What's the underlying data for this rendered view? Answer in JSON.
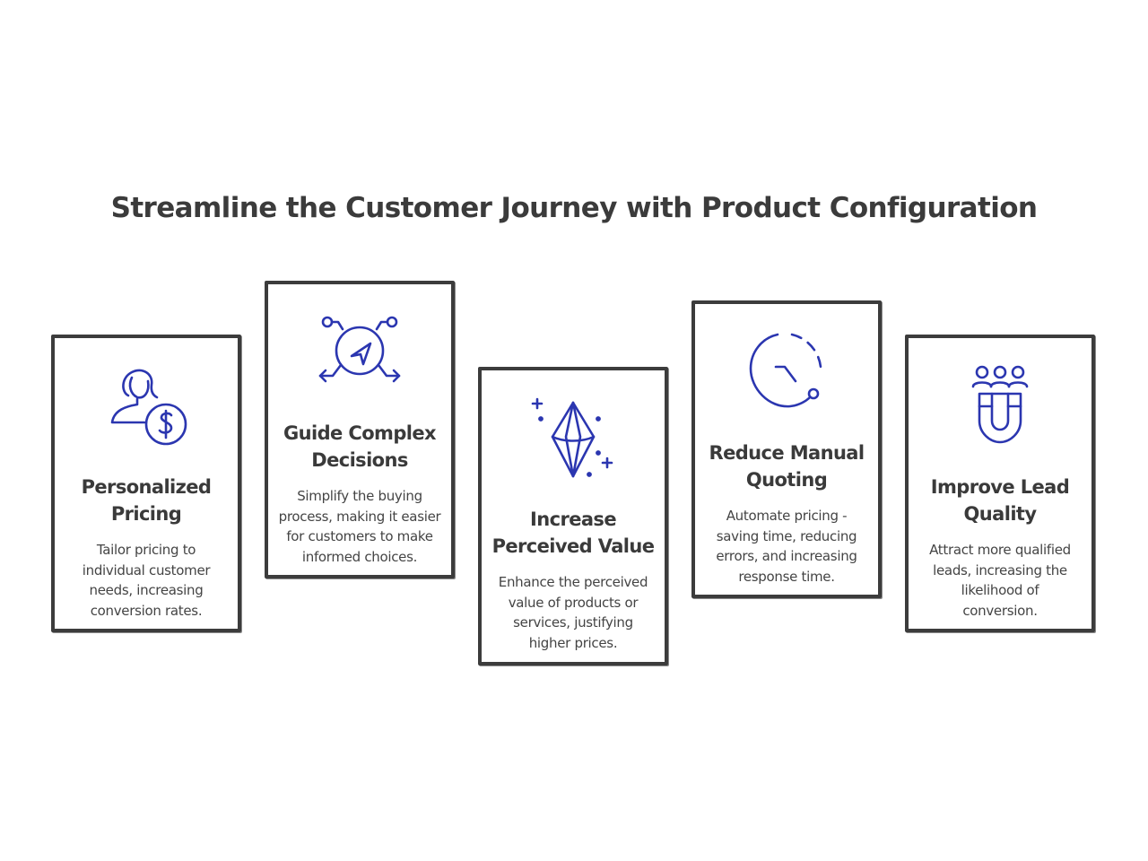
{
  "title": "Streamline the Customer Journey with Product Configuration",
  "colors": {
    "icon": "#2b36b0",
    "border": "#3c3c3c",
    "text": "#3a3a3a"
  },
  "cards": [
    {
      "icon": "person-dollar-icon",
      "heading": [
        "Personalized",
        "Pricing"
      ],
      "description": [
        "Tailor pricing to",
        "individual customer",
        "needs, increasing",
        "conversion rates."
      ]
    },
    {
      "icon": "navigation-compass-icon",
      "heading": [
        "Guide Complex",
        "Decisions"
      ],
      "description": [
        "Simplify the buying",
        "process, making it easier",
        "for customers to make",
        "informed choices."
      ]
    },
    {
      "icon": "diamond-icon",
      "heading": [
        "Increase",
        "Perceived Value"
      ],
      "description": [
        "Enhance the perceived",
        "value of products or",
        "services, justifying",
        "higher prices."
      ]
    },
    {
      "icon": "dashed-clock-icon",
      "heading": [
        "Reduce Manual",
        "Quoting"
      ],
      "description": [
        "Automate pricing -",
        "saving time, reducing",
        "errors, and increasing",
        "response time."
      ]
    },
    {
      "icon": "people-magnet-icon",
      "heading": [
        "Improve Lead",
        "Quality"
      ],
      "description": [
        "Attract more qualified",
        "leads, increasing the",
        "likelihood of",
        "conversion."
      ]
    }
  ]
}
